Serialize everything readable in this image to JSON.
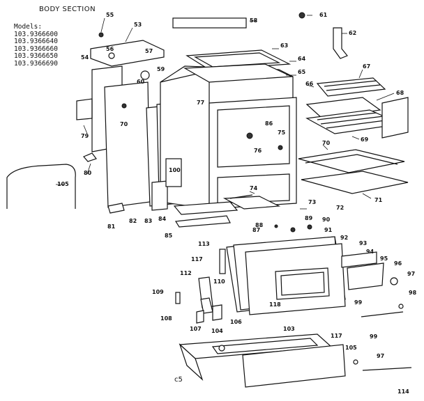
{
  "title": "BODY SECTION",
  "models_label": "Models:",
  "models": [
    "103.9366600",
    "103.9366640",
    "103.9366660",
    "103.9366650",
    "103.9366690"
  ],
  "footer_code": "c5",
  "labels": [
    "55",
    "53",
    "56",
    "57",
    "54",
    "60",
    "59",
    "77",
    "70",
    "79",
    "100",
    "80",
    "105",
    "81",
    "82",
    "83",
    "84",
    "85",
    "58",
    "61",
    "62",
    "63",
    "64",
    "65",
    "66",
    "67",
    "68",
    "69",
    "70",
    "71",
    "72",
    "73",
    "74",
    "75",
    "76",
    "86",
    "87",
    "88",
    "89",
    "90",
    "91",
    "92",
    "93",
    "94",
    "95",
    "96",
    "97",
    "98",
    "99",
    "99",
    "97",
    "114",
    "113",
    "117",
    "112",
    "110",
    "118",
    "109",
    "108",
    "107",
    "106",
    "104",
    "103",
    "117",
    "105"
  ]
}
